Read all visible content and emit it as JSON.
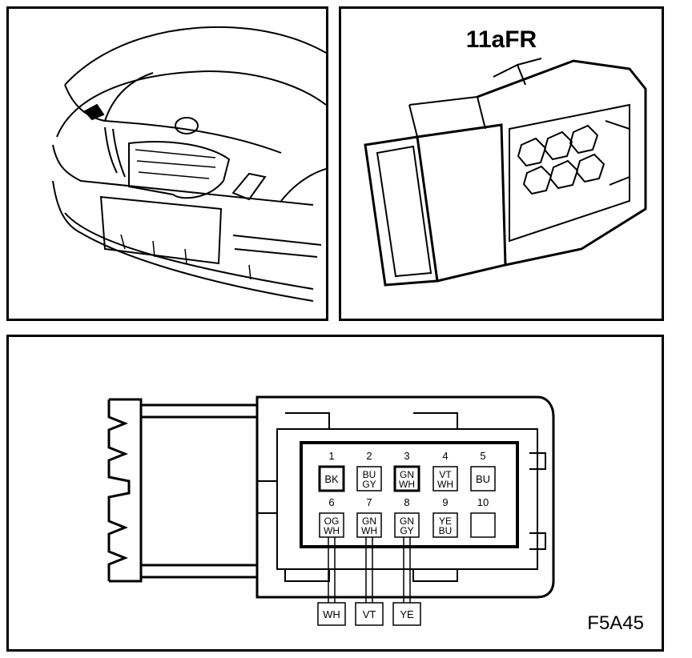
{
  "connector": {
    "id": "11aFR",
    "figure_id": "F5A45",
    "pins": [
      {
        "n": "1",
        "c1": "BK",
        "c2": "",
        "bold": true
      },
      {
        "n": "2",
        "c1": "BU",
        "c2": "GY",
        "bold": false
      },
      {
        "n": "3",
        "c1": "GN",
        "c2": "WH",
        "bold": true
      },
      {
        "n": "4",
        "c1": "VT",
        "c2": "WH",
        "bold": false
      },
      {
        "n": "5",
        "c1": "BU",
        "c2": "",
        "bold": false
      },
      {
        "n": "6",
        "c1": "OG",
        "c2": "WH",
        "bold": false
      },
      {
        "n": "7",
        "c1": "GN",
        "c2": "WH",
        "bold": false
      },
      {
        "n": "8",
        "c1": "GN",
        "c2": "GY",
        "bold": false
      },
      {
        "n": "9",
        "c1": "YE",
        "c2": "BU",
        "bold": false
      },
      {
        "n": "10",
        "c1": "",
        "c2": "",
        "bold": false
      }
    ],
    "leads": [
      {
        "pin": "6",
        "label": "WH"
      },
      {
        "pin": "7",
        "label": "VT"
      },
      {
        "pin": "8",
        "label": "YE"
      }
    ]
  }
}
